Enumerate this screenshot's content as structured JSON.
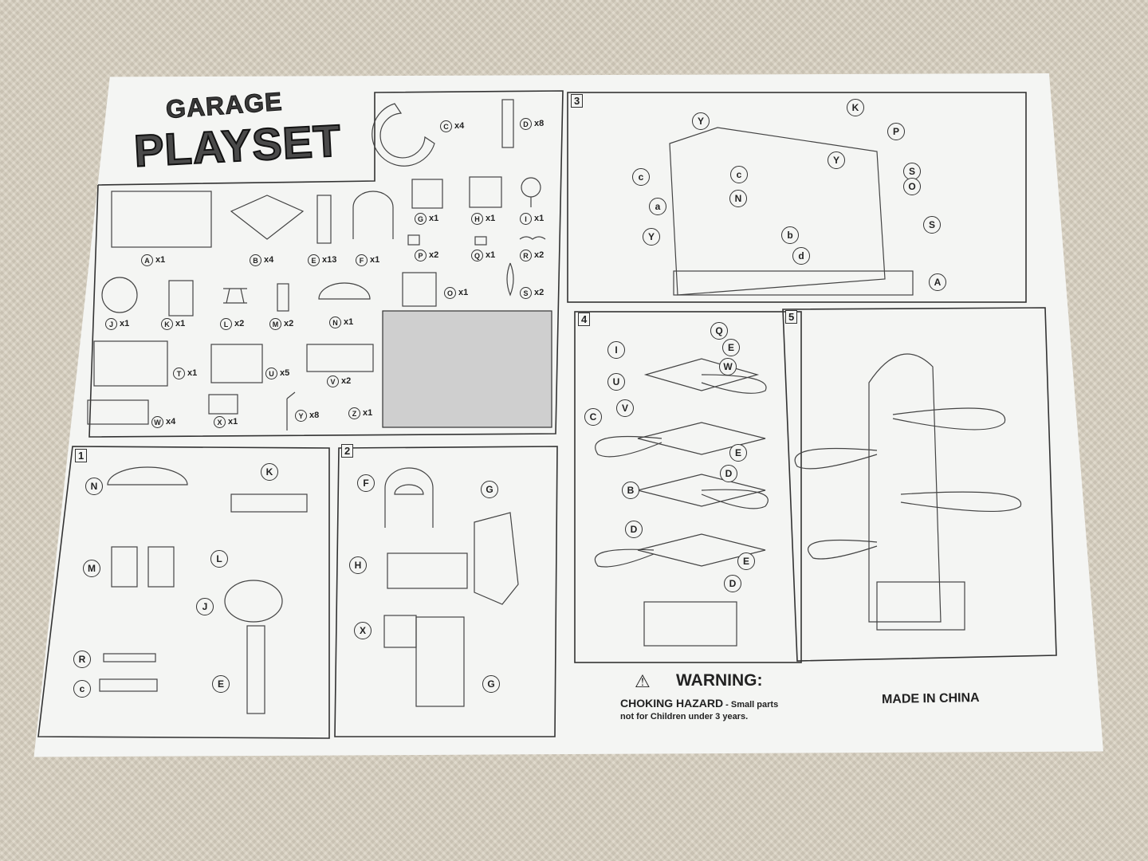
{
  "title": {
    "line1": "GARAGE",
    "line2": "PLAYSET"
  },
  "parts": [
    {
      "letter": "A",
      "qty": "x1"
    },
    {
      "letter": "B",
      "qty": "x4"
    },
    {
      "letter": "C",
      "qty": "x4"
    },
    {
      "letter": "D",
      "qty": "x8"
    },
    {
      "letter": "E",
      "qty": "x13"
    },
    {
      "letter": "F",
      "qty": "x1"
    },
    {
      "letter": "G",
      "qty": "x1"
    },
    {
      "letter": "H",
      "qty": "x1"
    },
    {
      "letter": "I",
      "qty": "x1"
    },
    {
      "letter": "J",
      "qty": "x1"
    },
    {
      "letter": "K",
      "qty": "x1"
    },
    {
      "letter": "L",
      "qty": "x2"
    },
    {
      "letter": "M",
      "qty": "x2"
    },
    {
      "letter": "N",
      "qty": "x1"
    },
    {
      "letter": "O",
      "qty": "x1"
    },
    {
      "letter": "P",
      "qty": "x2"
    },
    {
      "letter": "Q",
      "qty": "x1"
    },
    {
      "letter": "R",
      "qty": "x2"
    },
    {
      "letter": "S",
      "qty": "x2"
    },
    {
      "letter": "T",
      "qty": "x1"
    },
    {
      "letter": "U",
      "qty": "x5"
    },
    {
      "letter": "V",
      "qty": "x2"
    },
    {
      "letter": "W",
      "qty": "x4"
    },
    {
      "letter": "X",
      "qty": "x1"
    },
    {
      "letter": "Y",
      "qty": "x8"
    },
    {
      "letter": "Z",
      "qty": "x1"
    }
  ],
  "steps": [
    "1",
    "2",
    "3",
    "4",
    "5"
  ],
  "step_callouts": {
    "s1": [
      "N",
      "K",
      "M",
      "L",
      "J",
      "R",
      "c",
      "E"
    ],
    "s2": [
      "F",
      "G",
      "H",
      "X",
      "G"
    ],
    "s3": [
      "Y",
      "K",
      "P",
      "c",
      "c",
      "Y",
      "S",
      "a",
      "N",
      "O",
      "Y",
      "b",
      "S",
      "d",
      "A"
    ],
    "s4": [
      "I",
      "Q",
      "E",
      "W",
      "U",
      "C",
      "V",
      "E",
      "D",
      "B",
      "D",
      "E",
      "D"
    ]
  },
  "warning": {
    "title": "WARNING:",
    "hazard": "CHOKING HAZARD",
    "hazard_tail": " - Small parts",
    "line2": "not for Children under 3 years."
  },
  "origin": "MADE IN CHINA"
}
